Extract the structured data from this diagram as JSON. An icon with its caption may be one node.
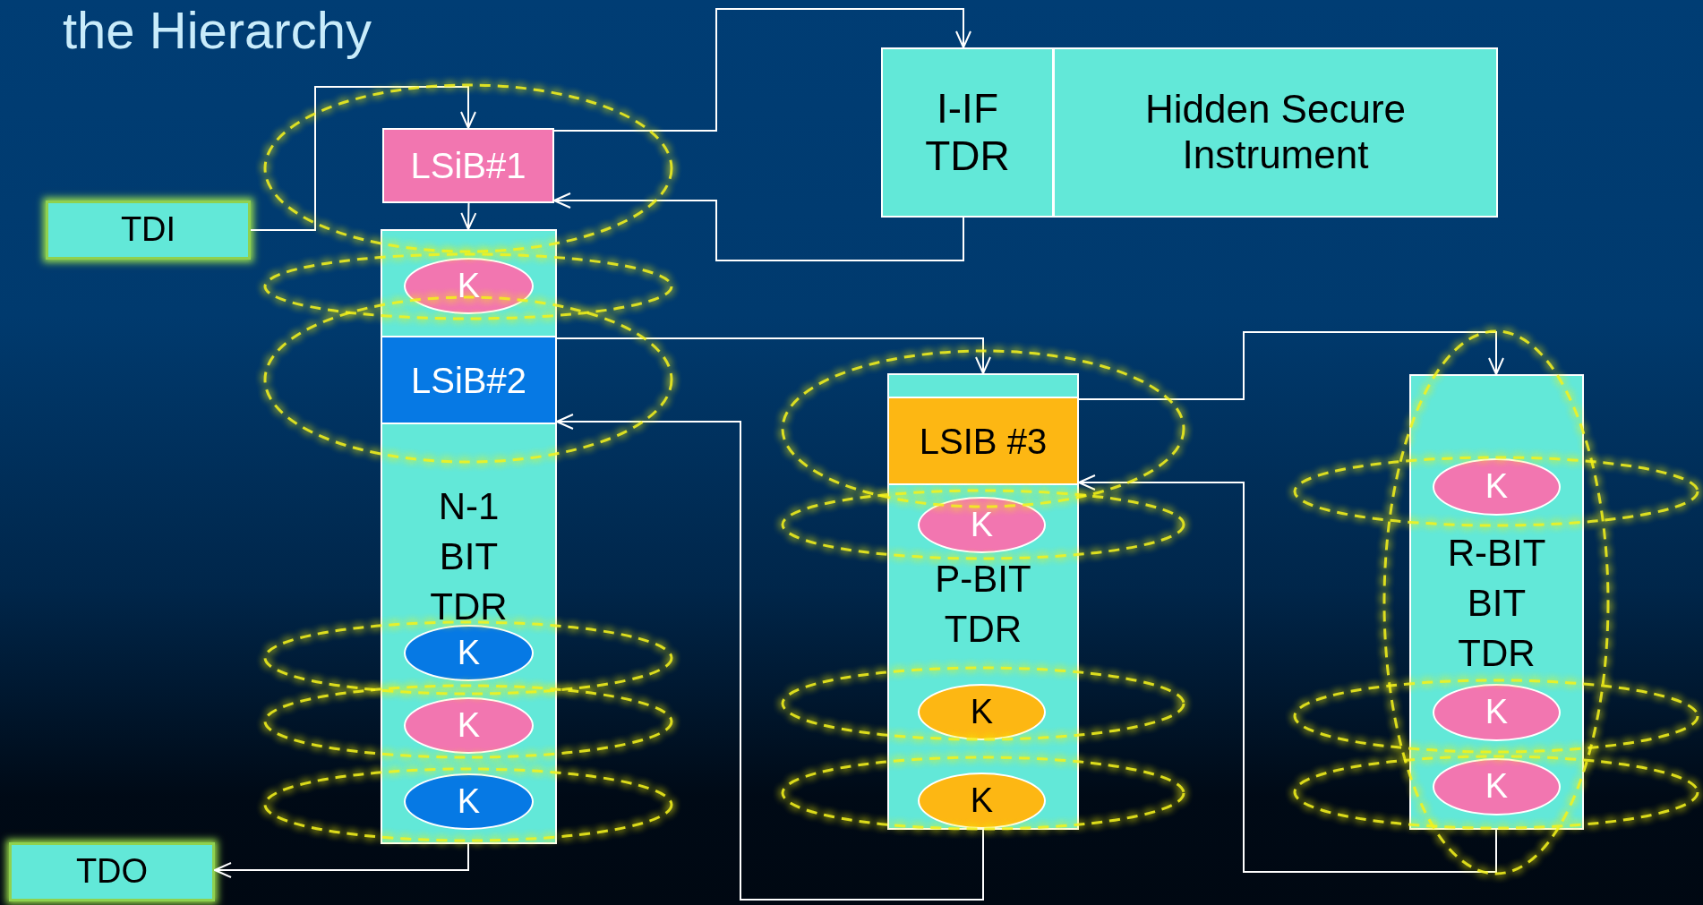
{
  "diagram": {
    "title": "the Hierarchy",
    "nodes": [
      {
        "text": [
          "I-IF TDR"
        ]
      },
      {
        "text": [
          "Hidden Secure Instrument"
        ]
      },
      {
        "text": [
          "LSiB#1"
        ]
      },
      {
        "text": [
          "TDI"
        ]
      },
      {
        "text": [
          "N-1 BIT TDR"
        ]
      },
      {
        "text": [
          "K"
        ],
        "in": 4
      },
      {
        "text": [
          "LSiB#2"
        ],
        "in": 4
      },
      {
        "text": [
          "K"
        ],
        "in": 4
      },
      {
        "text": [
          "K"
        ],
        "in": 4
      },
      {
        "text": [
          "K"
        ],
        "in": 4
      },
      {
        "text": [
          "P-BIT TDR"
        ]
      },
      {
        "text": [
          "LSIB #3"
        ],
        "in": 10
      },
      {
        "text": [
          "K"
        ],
        "in": 10
      },
      {
        "text": [
          "K"
        ],
        "in": 10
      },
      {
        "text": [
          "K"
        ],
        "in": 10
      },
      {
        "text": [
          "R-BIT BIT TDR"
        ]
      },
      {
        "text": [
          "K"
        ],
        "in": 15
      },
      {
        "text": [
          "K"
        ],
        "in": 15
      },
      {
        "text": [
          "K"
        ],
        "in": 15
      },
      {
        "text": [
          "TDO"
        ]
      }
    ],
    "edges": [
      {
        "from": 3,
        "to": 2,
        "arrow": "to"
      },
      {
        "from": 2,
        "to": 4,
        "arrow": "to"
      },
      {
        "from": 2,
        "to": 0,
        "arrow": "to"
      },
      {
        "from": 0,
        "to": 2,
        "arrow": "to"
      },
      {
        "from": 6,
        "to": 10,
        "arrow": "to"
      },
      {
        "from": 11,
        "to": 15,
        "arrow": "to"
      },
      {
        "from": 15,
        "to": 11,
        "arrow": "to"
      },
      {
        "from": 10,
        "to": 6,
        "arrow": "to"
      },
      {
        "from": 4,
        "to": 19,
        "arrow": "to"
      }
    ]
  }
}
